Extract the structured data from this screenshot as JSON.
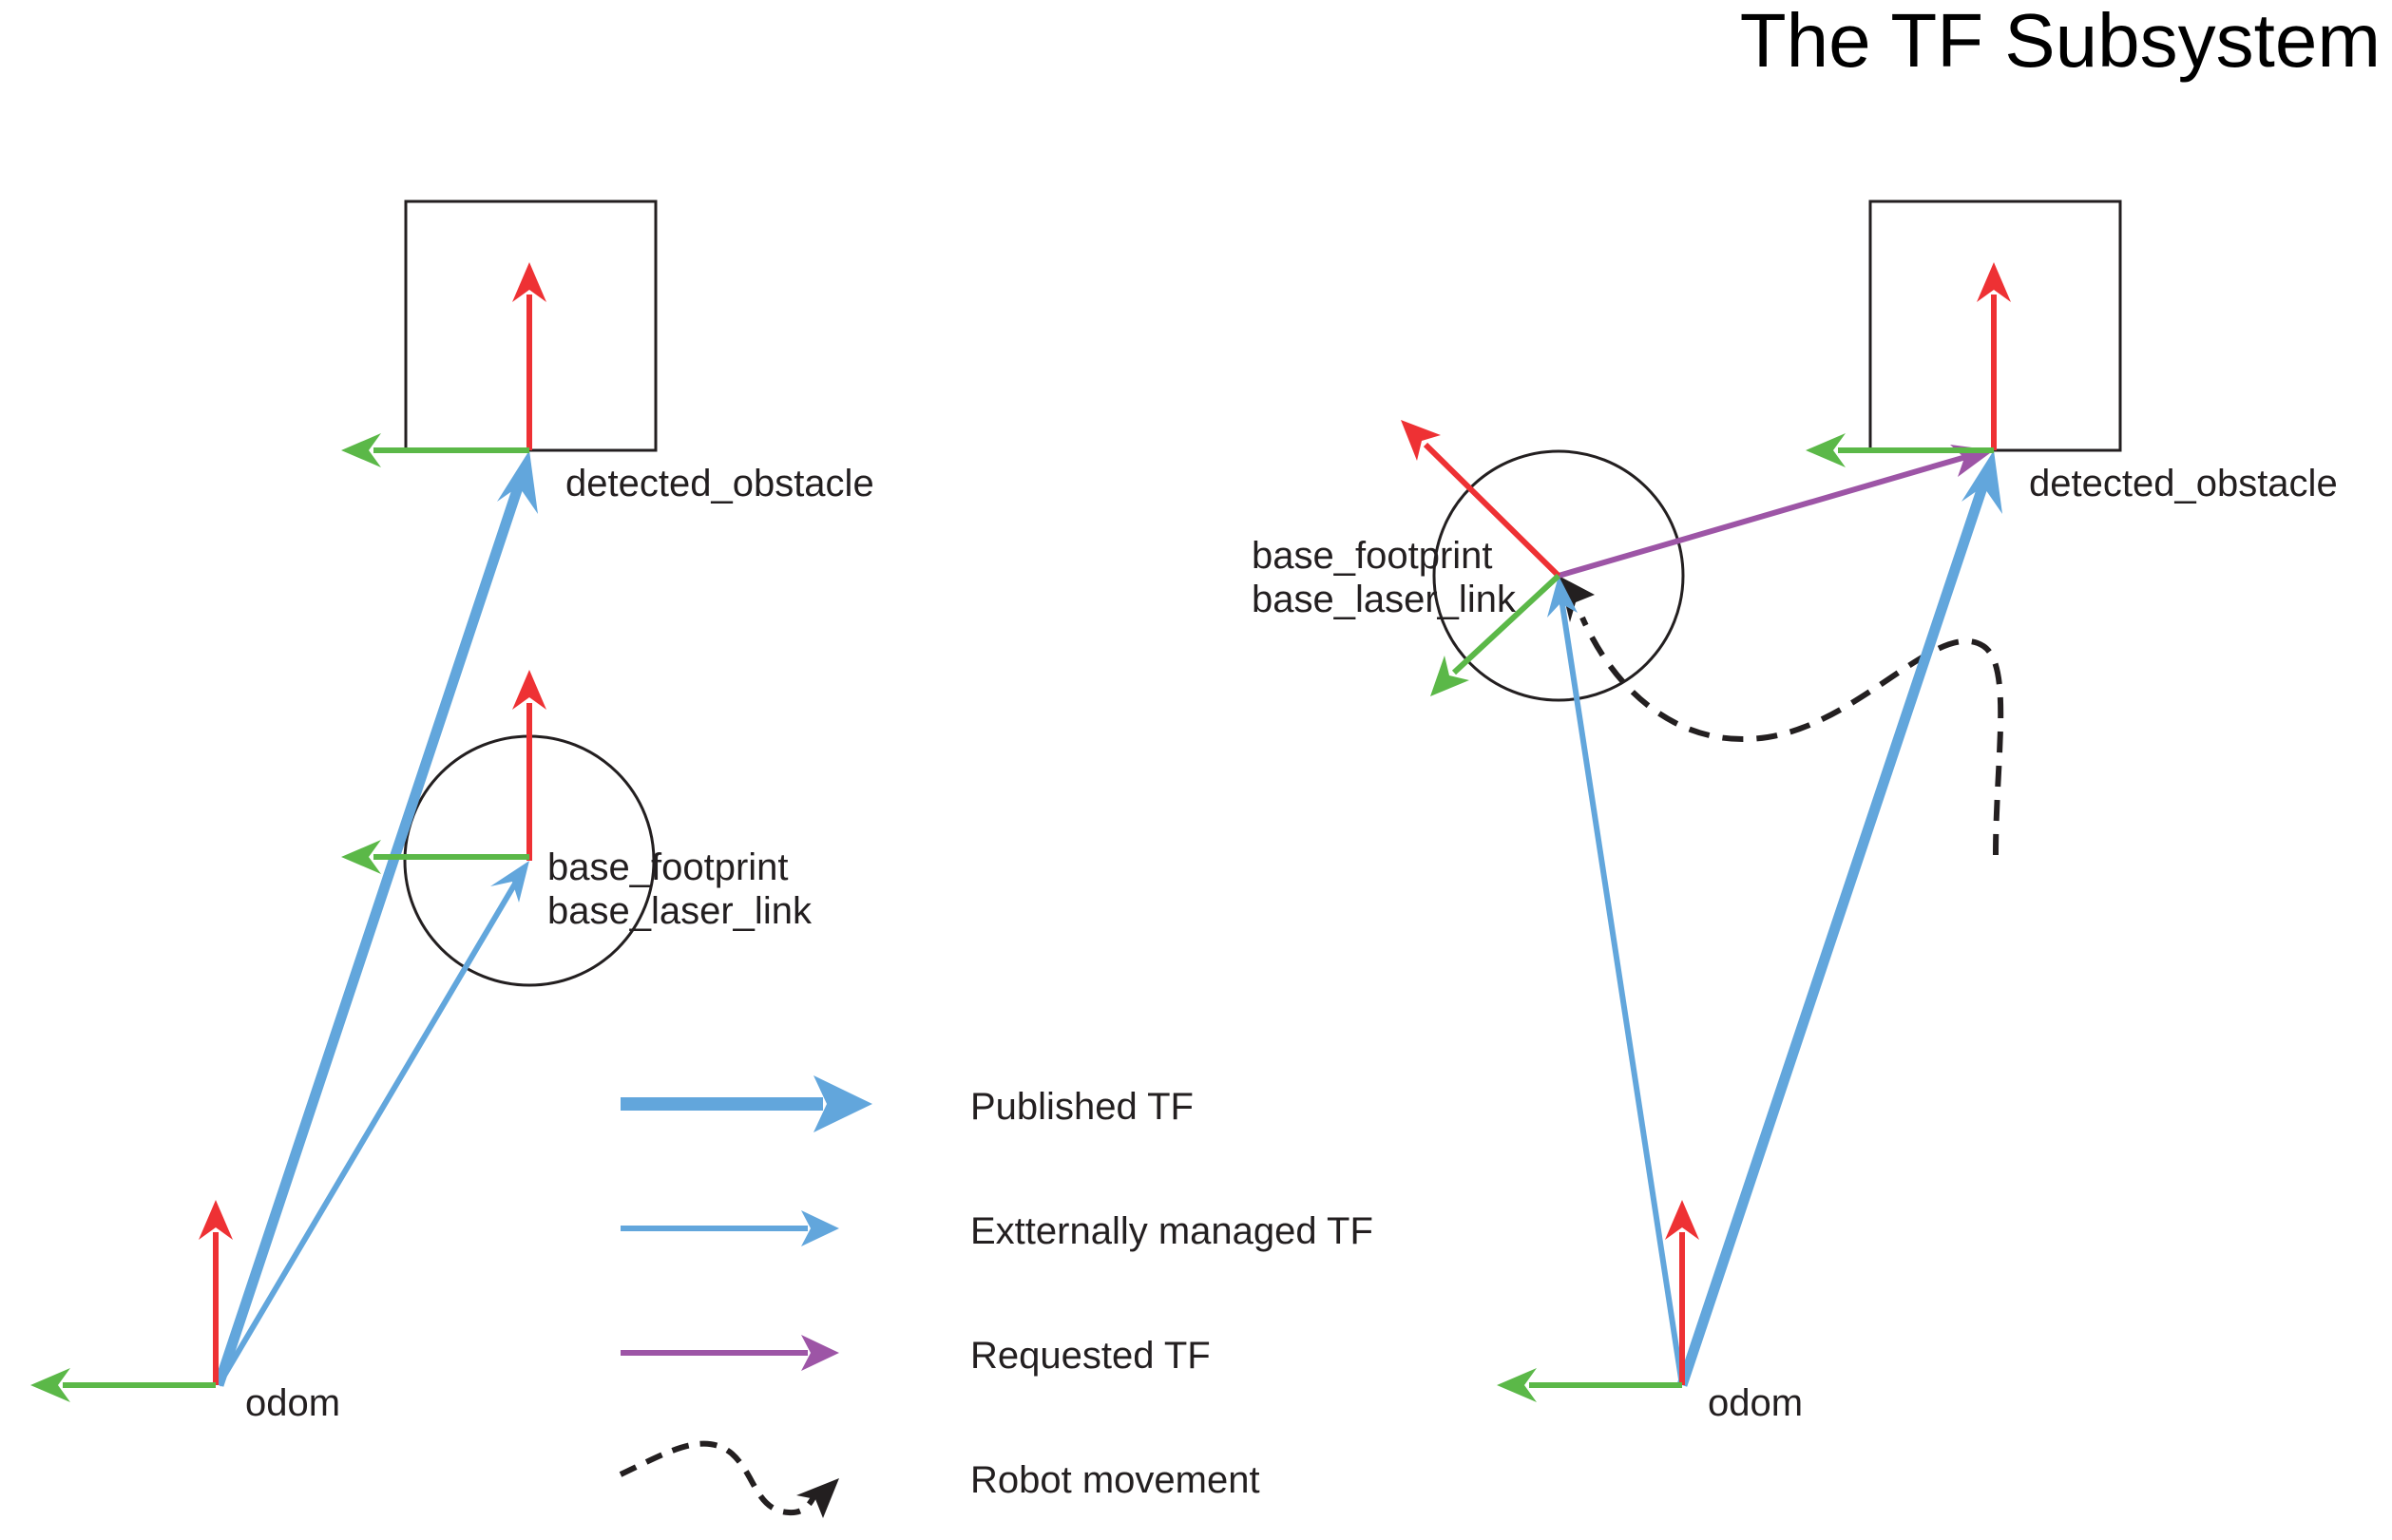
{
  "title": "The TF Subsystem",
  "colors": {
    "x_axis": "#ee3134",
    "y_axis": "#5bb848",
    "published_tf": "#62a6dc",
    "external_tf": "#62a6dc",
    "requested_tf": "#9d55a6",
    "movement": "#231f20",
    "outline": "#231f20"
  },
  "left_scene": {
    "obstacle_label": "detected_obstacle",
    "robot_label_1": "base_footprint",
    "robot_label_2": "base_laser_link",
    "odom_label": "odom"
  },
  "right_scene": {
    "obstacle_label": "detected_obstacle",
    "robot_label_1": "base_footprint",
    "robot_label_2": "base_laser_link",
    "odom_label": "odom"
  },
  "legend": {
    "published": "Published TF",
    "external": "Extternally managed TF",
    "requested": "Requested TF",
    "movement": "Robot movement"
  }
}
